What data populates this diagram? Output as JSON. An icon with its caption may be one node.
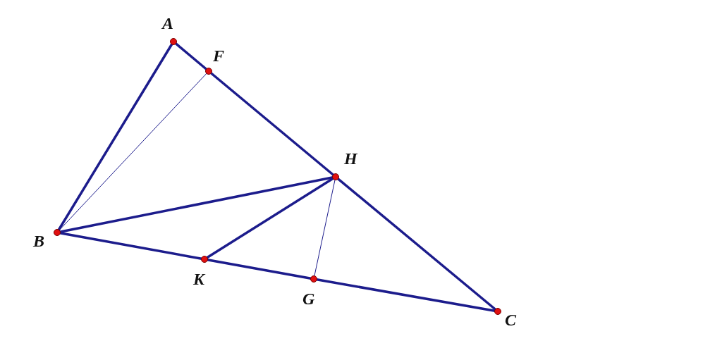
{
  "diagram": {
    "nodes": [
      {
        "text": [
          "A"
        ]
      },
      {
        "text": [
          "F"
        ]
      },
      {
        "text": [
          "H"
        ]
      },
      {
        "text": [
          "B"
        ]
      },
      {
        "text": [
          "K"
        ]
      },
      {
        "text": [
          "G"
        ]
      },
      {
        "text": [
          "C"
        ]
      }
    ],
    "edges": [
      {
        "from": 0,
        "to": 3,
        "arrow": "none"
      },
      {
        "from": 0,
        "to": 1,
        "arrow": "none"
      },
      {
        "from": 1,
        "to": 2,
        "arrow": "none"
      },
      {
        "from": 2,
        "to": 6,
        "arrow": "none"
      },
      {
        "from": 3,
        "to": 4,
        "arrow": "none"
      },
      {
        "from": 4,
        "to": 5,
        "arrow": "none"
      },
      {
        "from": 5,
        "to": 6,
        "arrow": "none"
      },
      {
        "from": 3,
        "to": 2,
        "arrow": "none"
      },
      {
        "from": 4,
        "to": 2,
        "arrow": "none"
      },
      {
        "from": 3,
        "to": 1,
        "arrow": "none"
      },
      {
        "from": 2,
        "to": 5,
        "arrow": "none"
      }
    ]
  }
}
